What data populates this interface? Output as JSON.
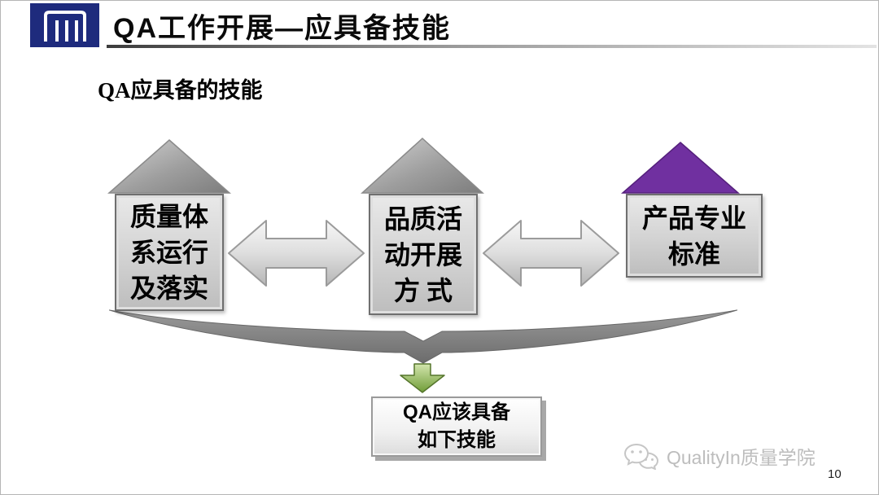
{
  "header": {
    "title": "QA工作开展—应具备技能"
  },
  "subtitle": "QA应具备的技能",
  "diagram": {
    "houses": [
      {
        "name": "quality-system-operation",
        "lines": [
          "质量体",
          "系运行",
          "及落实"
        ]
      },
      {
        "name": "quality-activity-method",
        "lines": [
          "品质活",
          "动开展",
          "方 式"
        ]
      },
      {
        "name": "product-professional-standard",
        "lines": [
          "产品专业",
          "标准"
        ]
      }
    ],
    "result_box": {
      "lines": [
        "QA应该具备",
        "如下技能"
      ]
    }
  },
  "footer": {
    "watermark": "QualityIn质量学院",
    "page_number": "10"
  },
  "icons": {
    "logo": "building-columns-icon",
    "double_arrow": "left-right-double-arrow-icon",
    "down_arrow": "down-arrow-icon",
    "wechat": "wechat-bubbles-icon"
  },
  "colors": {
    "logo_navy": "#1e2b7d",
    "roof_gray": "#8f8f8f",
    "roof_purple": "#7030a0",
    "arrow_green": "#76a23d",
    "swoosh_gray": "#7d7d7d"
  }
}
